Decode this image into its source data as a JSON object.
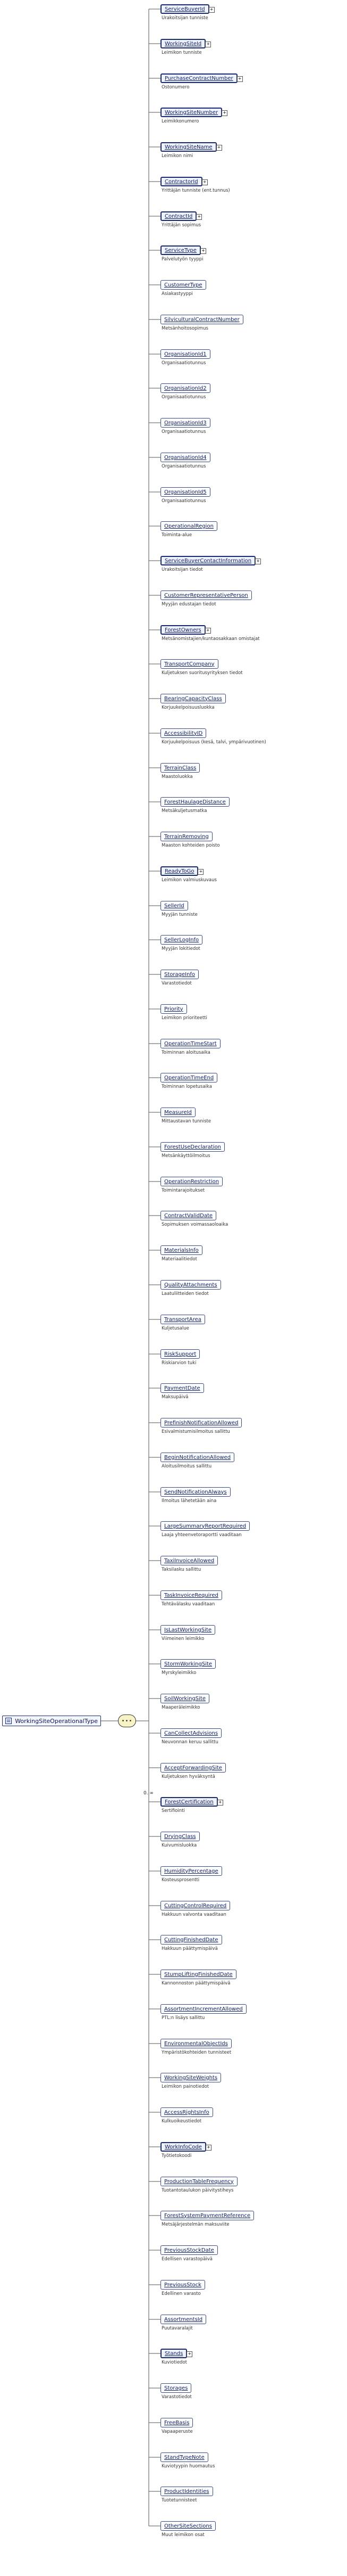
{
  "root": {
    "name": "WorkingSiteOperationalType",
    "icon": "complex-type-icon"
  },
  "connector": {
    "type": "sequence",
    "icon": "sequence-connector-icon"
  },
  "elements": [
    {
      "name": "ServiceBuyerId",
      "desc": "Urakoitsijan tunniste",
      "container": true
    },
    {
      "name": "WorkingSiteId",
      "desc": "Leimikon tunniste",
      "container": true
    },
    {
      "name": "PurchaseContractNumber",
      "desc": "Ostonumero",
      "container": true
    },
    {
      "name": "WorkingSiteNumber",
      "desc": "Leimikkonumero",
      "container": true
    },
    {
      "name": "WorkingSiteName",
      "desc": "Leimikon nimi",
      "container": true
    },
    {
      "name": "ContractorId",
      "desc": "Yrittäjän tunniste (ent.tunnus)",
      "container": true
    },
    {
      "name": "ContractId",
      "desc": "Yrittäjän sopimus",
      "container": true
    },
    {
      "name": "ServiceType",
      "desc": "Palvelutyön tyyppi",
      "container": true
    },
    {
      "name": "CustomerType",
      "desc": "Asiakastyyppi",
      "container": false
    },
    {
      "name": "SilviculturalContractNumber",
      "desc": "Metsänhoitosopimus",
      "container": false
    },
    {
      "name": "OrganisationId1",
      "desc": "Organisaatiotunnus",
      "container": false
    },
    {
      "name": "OrganisationId2",
      "desc": "Organisaatiotunnus",
      "container": false
    },
    {
      "name": "OrganisationId3",
      "desc": "Organisaatiotunnus",
      "container": false
    },
    {
      "name": "OrganisationId4",
      "desc": "Organisaatiotunnus",
      "container": false
    },
    {
      "name": "OrganisationId5",
      "desc": "Organisaatiotunnus",
      "container": false
    },
    {
      "name": "OperationalRegion",
      "desc": "Toiminta-alue",
      "container": false
    },
    {
      "name": "ServiceBuyerContactInformation",
      "desc": "Urakoitsijan tiedot",
      "container": true
    },
    {
      "name": "CustomerRepresentativePerson",
      "desc": "Myyjän edustajan tiedot",
      "container": false
    },
    {
      "name": "ForestOwners",
      "desc": "Metsänomistajien/kuntaosakkaan omistajat",
      "container": true
    },
    {
      "name": "TransportCompany",
      "desc": "Kuljetuksen suoritusyrityksen tiedot",
      "container": false
    },
    {
      "name": "BearingCapacityClass",
      "desc": "Korjuukelpoisuusluokka",
      "container": false
    },
    {
      "name": "AccessibilityID",
      "desc": "Korjuukelpoisuus (kesä, talvi, ympärivuotinen)",
      "container": false
    },
    {
      "name": "TerrainClass",
      "desc": "Maastoluokka",
      "container": false
    },
    {
      "name": "ForestHaulageDistance",
      "desc": "Metsäkuljetusmatka",
      "container": false
    },
    {
      "name": "TerrainRemoving",
      "desc": "Maaston kohteiden poisto",
      "container": false
    },
    {
      "name": "ReadyToGo",
      "desc": "Leimikon valmiuskuvaus",
      "container": true
    },
    {
      "name": "SellerId",
      "desc": "Myyjän tunniste",
      "container": false
    },
    {
      "name": "SellerLogInfo",
      "desc": "Myyjän lokitiedot",
      "container": false
    },
    {
      "name": "StorageInfo",
      "desc": "Varastotiedot",
      "container": false
    },
    {
      "name": "Priority",
      "desc": "Leimikon prioriteetti",
      "container": false
    },
    {
      "name": "OperationTimeStart",
      "desc": "Toiminnan aloitusaika",
      "container": false
    },
    {
      "name": "OperationTimeEnd",
      "desc": "Toiminnan lopetusaika",
      "container": false
    },
    {
      "name": "MeasureId",
      "desc": "Mittaustavan tunniste",
      "container": false
    },
    {
      "name": "ForestUseDeclaration",
      "desc": "Metsänkäyttöilmoitus",
      "container": false
    },
    {
      "name": "OperationRestriction",
      "desc": "Toimintarajoitukset",
      "container": false
    },
    {
      "name": "ContractValidDate",
      "desc": "Sopimuksen voimassaoloaika",
      "container": false
    },
    {
      "name": "MaterialsInfo",
      "desc": "Materiaalitiedot",
      "container": false
    },
    {
      "name": "QualityAttachments",
      "desc": "Laatuliitteiden tiedot",
      "container": false
    },
    {
      "name": "TransportArea",
      "desc": "Kuljetusalue",
      "container": false
    },
    {
      "name": "RiskSupport",
      "desc": "Riskiarvion tuki",
      "container": false
    },
    {
      "name": "PaymentDate",
      "desc": "Maksupäivä",
      "container": false
    },
    {
      "name": "PrefinishNotificationAllowed",
      "desc": "Esivalmistumisilmoitus sallittu",
      "container": false
    },
    {
      "name": "BeginNotificationAllowed",
      "desc": "Aloitusilmoitus sallittu",
      "container": false
    },
    {
      "name": "SendNotificationAlways",
      "desc": "Ilmoitus lähetetään aina",
      "container": false
    },
    {
      "name": "LargeSummaryReportRequired",
      "desc": "Laaja yhteenvetoraportti vaaditaan",
      "container": false
    },
    {
      "name": "TaxiInvoiceAllowed",
      "desc": "Taksilasku sallittu",
      "container": false
    },
    {
      "name": "TaskInvoiceRequired",
      "desc": "Tehtävälasku vaaditaan",
      "container": false
    },
    {
      "name": "IsLastWorkingSite",
      "desc": "Viimeinen leimikko",
      "container": false
    },
    {
      "name": "StormWorkingSite",
      "desc": "Myrskyleimikko",
      "container": false
    },
    {
      "name": "SoilWorkingSite",
      "desc": "Maaperäleimikko",
      "container": false
    },
    {
      "name": "CanCollectAdvisions",
      "desc": "Neuvonnan keruu sallittu",
      "container": false
    },
    {
      "name": "AcceptForwardingSite",
      "desc": "Kuljetuksen hyväksyntä",
      "container": false
    },
    {
      "name": "ForestCertification",
      "desc": "Sertifiointi",
      "container": true,
      "occ": "0..∞"
    },
    {
      "name": "DryingClass",
      "desc": "Kuivumisluokka",
      "container": false
    },
    {
      "name": "HumidityPercentage",
      "desc": "Kosteusprosentti",
      "container": false
    },
    {
      "name": "CuttingControlRequired",
      "desc": "Hakkuun valvonta vaaditaan",
      "container": false
    },
    {
      "name": "CuttingFinishedDate",
      "desc": "Hakkuun päättymispäivä",
      "container": false
    },
    {
      "name": "StumpLiftingFinishedDate",
      "desc": "Kannonnoston päättymispäivä",
      "container": false
    },
    {
      "name": "AssortmentIncrementAllowed",
      "desc": "PTL:n lisäys sallittu",
      "container": false
    },
    {
      "name": "EnvironmentalObjectIds",
      "desc": "Ympäristökohteiden tunnisteet",
      "container": false
    },
    {
      "name": "WorkingSiteWeights",
      "desc": "Leimikon painotiedot",
      "container": false
    },
    {
      "name": "AccessRightsInfo",
      "desc": "Kulkuoikeustiedot",
      "container": false
    },
    {
      "name": "WorkInfoCode",
      "desc": "Työtietokoodi",
      "container": true
    },
    {
      "name": "ProductionTableFrequency",
      "desc": "Tuotantotaulukon päivitystiheys",
      "container": false
    },
    {
      "name": "ForestSystemPaymentReference",
      "desc": "Metsäjärjestelmän maksuviite",
      "container": false
    },
    {
      "name": "PreviousStockDate",
      "desc": "Edellisen varastopäivä",
      "container": false
    },
    {
      "name": "PreviousStock",
      "desc": "Edellinen varasto",
      "container": false
    },
    {
      "name": "AssortmentsId",
      "desc": "Puutavaralajit",
      "container": false
    },
    {
      "name": "Stands",
      "desc": "Kuviotiedot",
      "container": true
    },
    {
      "name": "Storages",
      "desc": "Varastotiedot",
      "container": false
    },
    {
      "name": "FreeBasis",
      "desc": "Vapaaperuste",
      "container": false
    },
    {
      "name": "StandTypeNote",
      "desc": "Kuviotyypin huomautus",
      "container": false
    },
    {
      "name": "ProductIdentities",
      "desc": "Tuotetunnisteet",
      "container": false
    },
    {
      "name": "OtherSiteSections",
      "desc": "Muut leimikon osat",
      "container": false
    }
  ]
}
